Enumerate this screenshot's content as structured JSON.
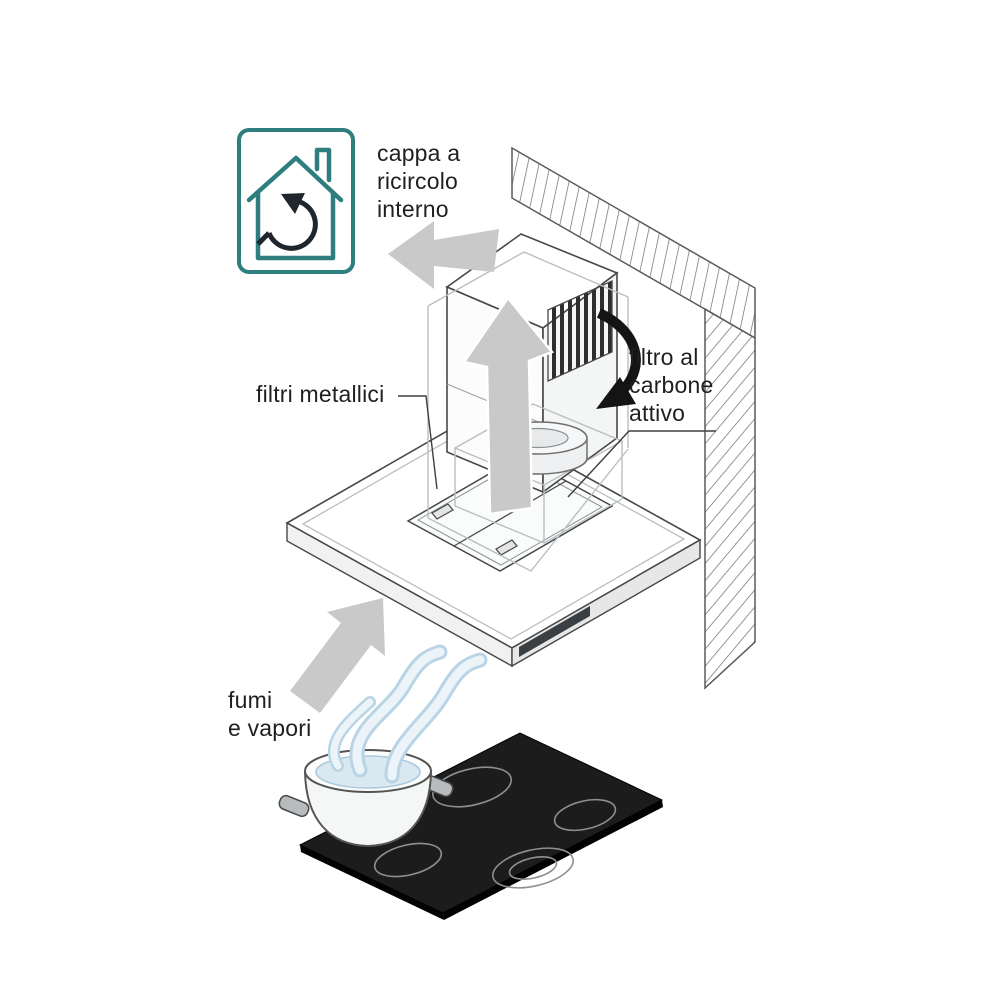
{
  "page": {
    "background": "#ffffff"
  },
  "diagram": {
    "labels": {
      "recirculating_hood": "cappa a\nricircolo\ninterno",
      "metal_filters": "filtri metallici",
      "carbon_filter": "filtro al\ncarbone\nattivo",
      "fumes_vapors": "fumi\ne vapori"
    },
    "icons": {
      "recirculation_house": "house-with-recycle-arrow-icon",
      "up_arrow": "airflow-up-arrow",
      "left_arrow": "recirculation-left-arrow",
      "curved_arrow": "airflow-curved-black-arrow",
      "fumes_arrow": "fumes-up-arrow"
    },
    "colors": {
      "accent_teal": "#2e7e80",
      "recycle_arrow_dark": "#20262e",
      "outline": "#474747",
      "light_line": "#b9bfc3",
      "arrow_gray": "#c9c9c9",
      "arrow_black": "#141414",
      "steam_blue": "#b9d4e4",
      "cooktop_black": "#1c1c1c",
      "text": "#1f1f1f"
    }
  }
}
